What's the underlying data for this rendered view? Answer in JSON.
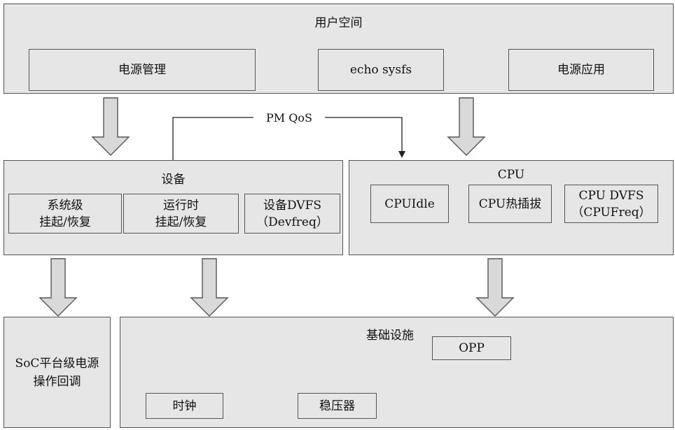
{
  "user_space": {
    "title": "用户空间",
    "items": [
      "电源管理",
      "echo sysfs",
      "电源应用"
    ]
  },
  "pm_qos_label": "PM QoS",
  "device": {
    "title": "设备",
    "items": [
      {
        "line1": "系统级",
        "line2": "挂起/恢复"
      },
      {
        "line1": "运行时",
        "line2": "挂起/恢复"
      },
      {
        "line1": "设备DVFS",
        "line2": "（Devfreq）"
      }
    ]
  },
  "cpu": {
    "title": "CPU",
    "items": [
      {
        "line1": "CPUIdle",
        "line2": ""
      },
      {
        "line1": "CPU热插拔",
        "line2": ""
      },
      {
        "line1": "CPU DVFS",
        "line2": "（CPUFreq）"
      }
    ]
  },
  "soc": {
    "line1": "SoC平台级电源",
    "line2": "操作回调"
  },
  "infra": {
    "title": "基础设施",
    "opp": "OPP",
    "clock": "时钟",
    "regulator": "稳压器"
  }
}
